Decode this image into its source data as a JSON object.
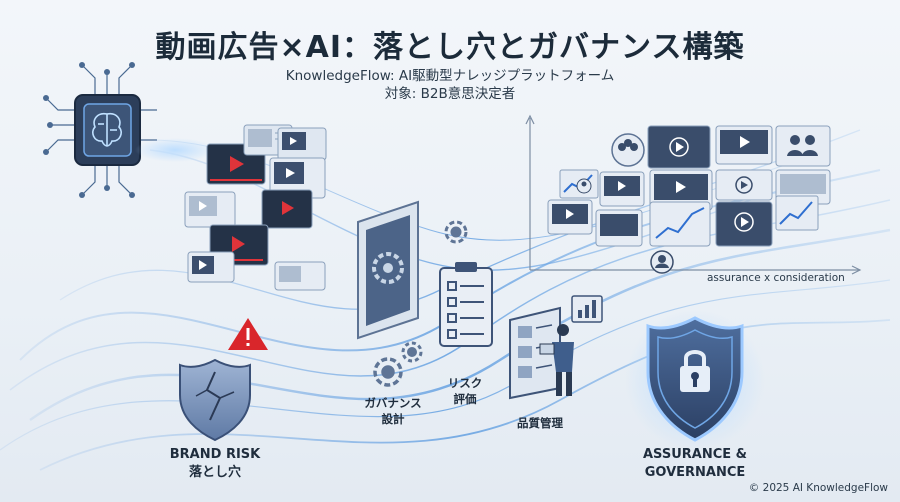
{
  "title": "動画広告×AI：落とし穴とガバナンス構築",
  "subtitle_line1": "KnowledgeFlow: AI駆動型ナレッジプラットフォーム",
  "subtitle_line2": "対象: B2B意思決定者",
  "labels": {
    "brand_risk_en": "BRAND RISK",
    "brand_risk_ja": "落とし穴",
    "governance_design_1": "ガバナンス",
    "governance_design_2": "設計",
    "risk_eval_1": "リスク",
    "risk_eval_2": "評価",
    "quality_mgmt": "品質管理",
    "assurance_1": "ASSURANCE &",
    "assurance_2": "GOVERNANCE",
    "chart_caption": "assurance x consideration"
  },
  "footer": {
    "copyright": "© 2025 AI KnowledgeFlow"
  },
  "colors": {
    "accent": "#2f6fd0",
    "alert": "#d9262b",
    "shield": "#5e79a8",
    "dark": "#2a3a52"
  }
}
